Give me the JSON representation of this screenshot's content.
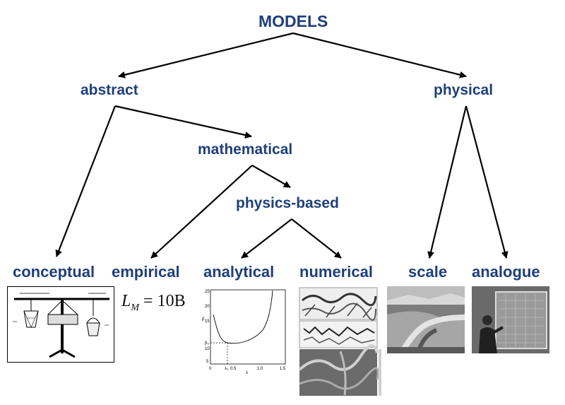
{
  "root": "MODELS",
  "level1": {
    "abstract": "abstract",
    "physical": "physical"
  },
  "level2": {
    "mathematical": "mathematical"
  },
  "level3": {
    "physics_based": "physics-based"
  },
  "leaves": {
    "conceptual": "conceptual",
    "empirical": "empirical",
    "analytical": "analytical",
    "numerical": "numerical",
    "scale": "scale",
    "analogue": "analogue"
  },
  "empirical_formula": {
    "lhs": "L",
    "subscript": "M",
    "equals": " = ",
    "rhs": "10B"
  },
  "analytical_plot": {
    "y_ticks": [
      "5",
      "10",
      "15",
      "20",
      "25"
    ],
    "x_ticks": [
      "0",
      "0.5",
      "1.0",
      "1.5"
    ],
    "x_label": "λ",
    "y_label": "β",
    "marker_x": "λ₀",
    "marker_y": "β₀"
  },
  "colors": {
    "node_text": "#1f3f7a",
    "arrow": "#000000"
  }
}
